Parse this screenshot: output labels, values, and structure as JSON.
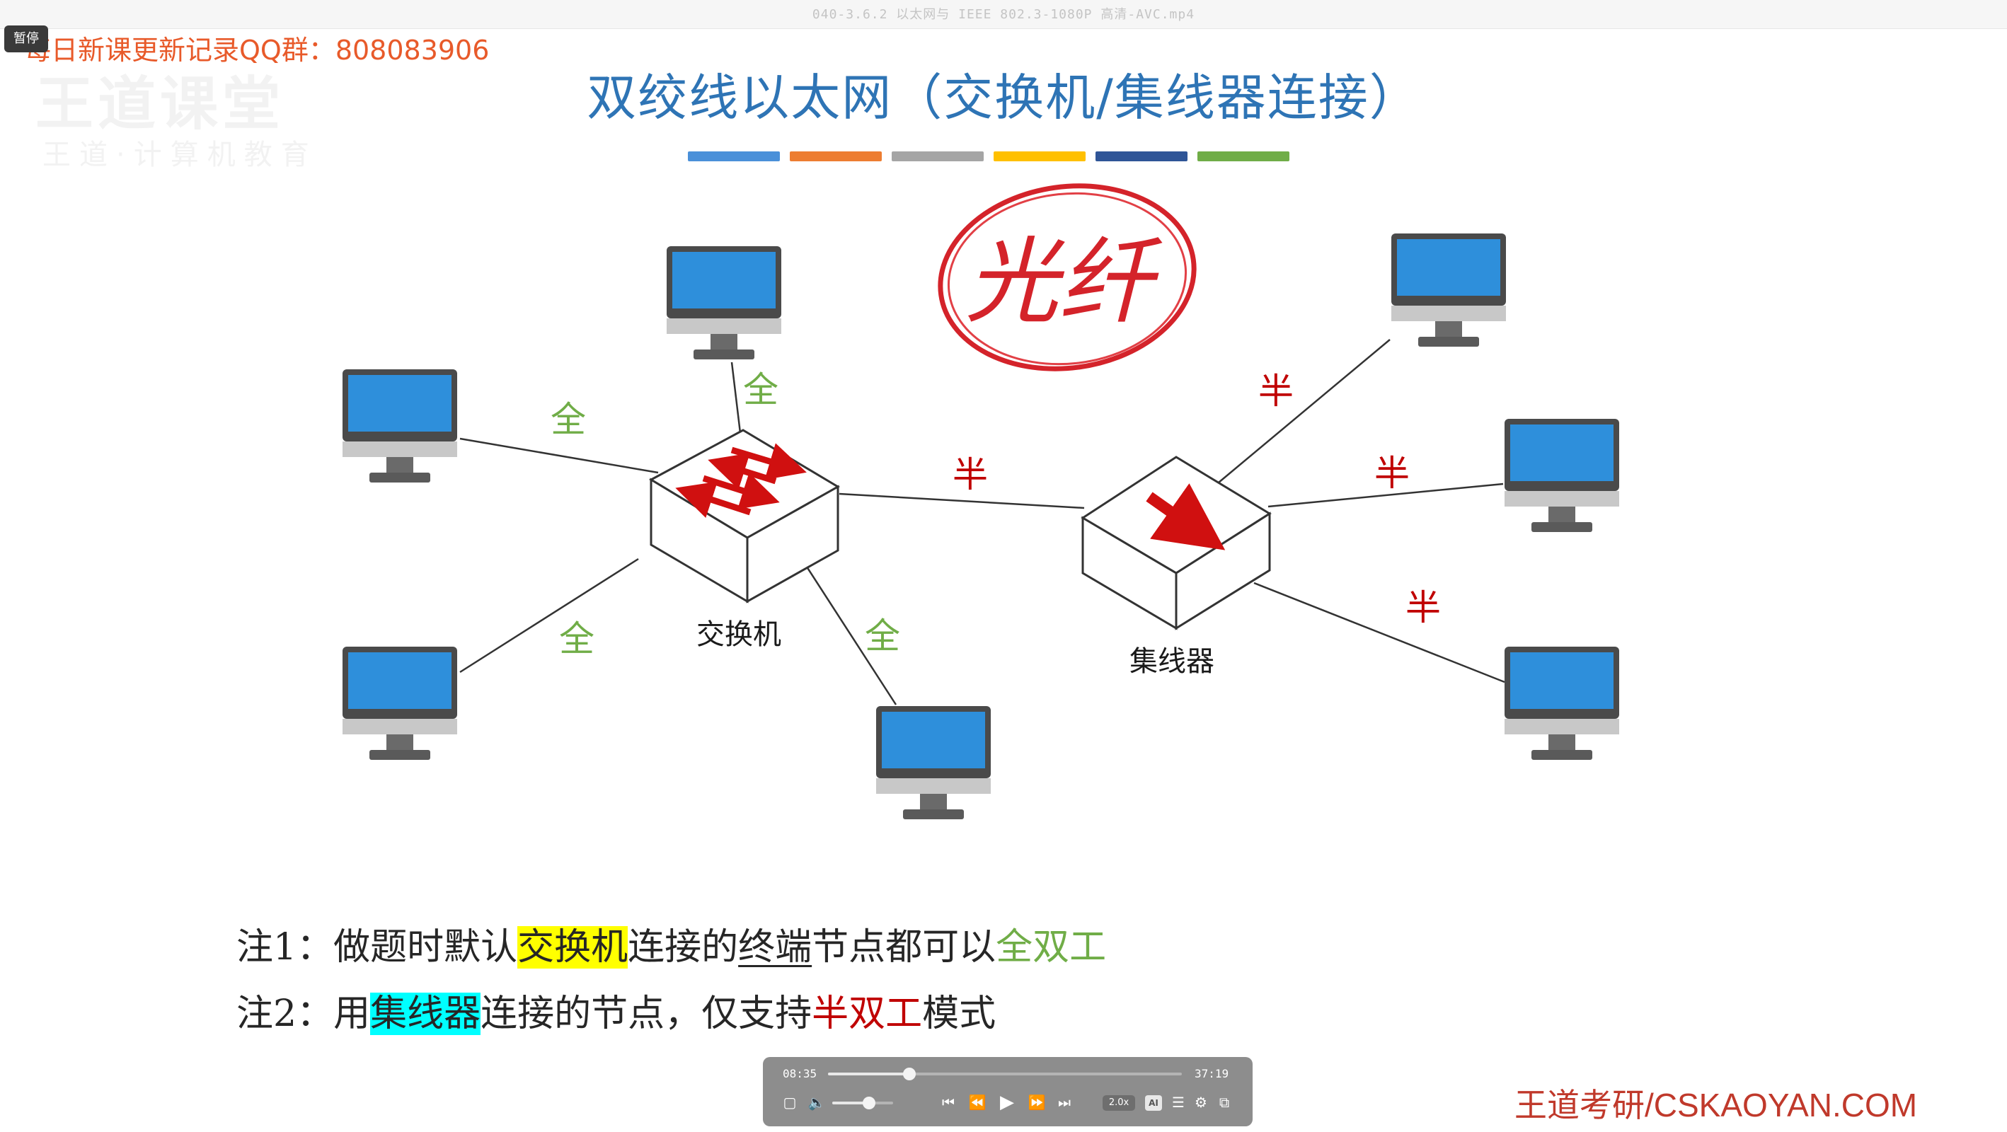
{
  "window": {
    "file_title": "040-3.6.2 以太网与 IEEE 802.3-1080P 高清-AVC.mp4"
  },
  "overlay": {
    "pause_label": "暂停",
    "qq_notice": "每日新课更新记录QQ群：808083906",
    "watermark_big": "王道课堂",
    "watermark_small": "王道·计算机教育"
  },
  "slide": {
    "title": "双绞线以太网（交换机/集线器连接）",
    "color_bars": [
      "#4a90d9",
      "#ed7d31",
      "#a5a5a5",
      "#ffc000",
      "#2f5597",
      "#70ad47"
    ],
    "switch_label": "交换机",
    "hub_label": "集线器",
    "annotation": "光纤",
    "link_labels": {
      "full": "全",
      "half": "半"
    },
    "notes": {
      "note1": {
        "prefix": "注1：做题时默认",
        "hl": "交换机",
        "mid1": "连接的",
        "ul": "终端",
        "mid2": "节点都可以",
        "end": "全双工"
      },
      "note2": {
        "prefix": "注2：用",
        "hl": "集线器",
        "mid": "连接的节点，仅支持",
        "red": "半双工",
        "end": "模式"
      }
    }
  },
  "player": {
    "current_time": "08:35",
    "total_time": "37:19",
    "progress": 0.23,
    "volume": 0.6,
    "speed": "2.0x",
    "ai_label": "AI"
  },
  "brand": "王道考研/CSKAOYAN.COM",
  "colors": {
    "title_blue": "#2e74b5",
    "full_green": "#70ad47",
    "half_red": "#c00000",
    "monitor_screen": "#2e8fdb",
    "annotation_red": "#d4232a"
  }
}
